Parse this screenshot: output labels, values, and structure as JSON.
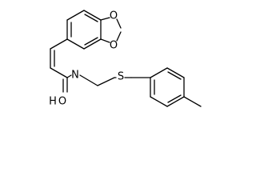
{
  "structure": {
    "atom_labels": {
      "ring_oxygen_upper": "O",
      "ring_oxygen_lower": "O",
      "amide_nitrogen": "N",
      "amide_hydrogen": "H",
      "carbonyl_oxygen": "O",
      "thioether_sulfur": "S"
    },
    "line_color": "#000000",
    "background_color": "#ffffff"
  }
}
